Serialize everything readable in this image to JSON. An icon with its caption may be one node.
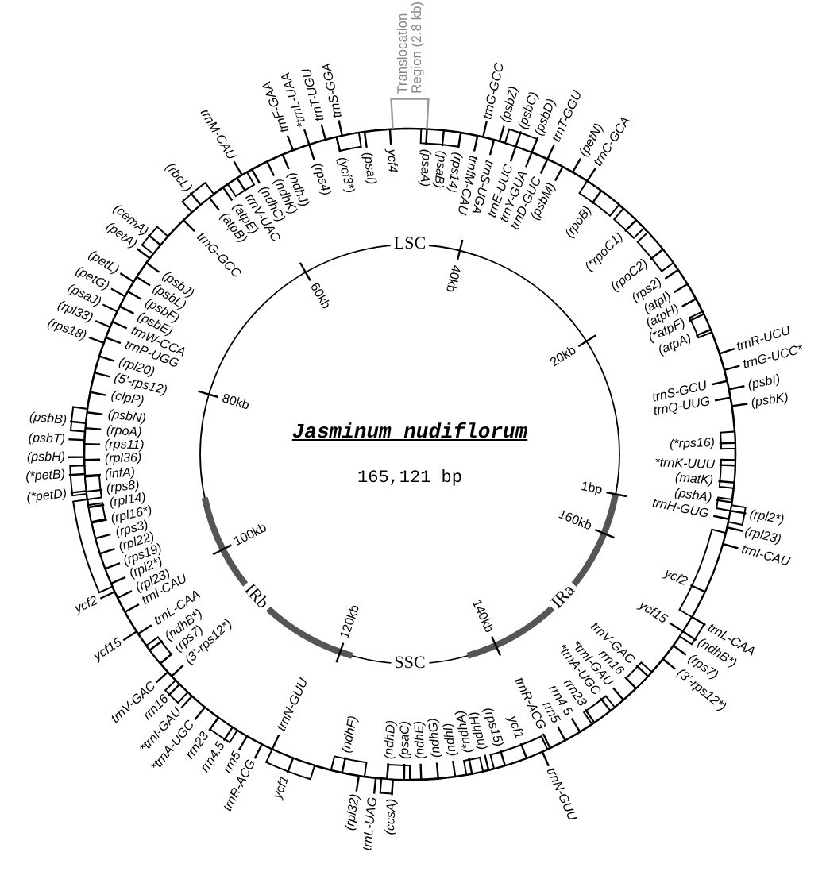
{
  "diagram": {
    "labels": [
      "Translocation Region (2.8 kb)",
      "trnG-GCC",
      "(psbZ)",
      "(psbC)",
      "(psbD)",
      "trnT-GGU",
      "(petN)",
      "trnC-GCA",
      "(psaA)",
      "(psaB)",
      "(rps14)",
      "trnfM-CAU",
      "trnS-UGA",
      "trnE-UUC",
      "trnY-GUA",
      "trnD-GUC",
      "(psbM)",
      "(rpoB)",
      "(*rpoC1)",
      "(rpoC2)",
      "(rps2)",
      "(atpI)",
      "(atpH)",
      "(*atpF)",
      "(atpA)",
      "trnR-UCU",
      "trnG-UCC*",
      "(psbI)",
      "(psbK)",
      "trnS-GCU",
      "trnQ-UUG",
      "(*rps16)",
      "*trnK-UUU",
      "(matK)",
      "(psbA)",
      "trnH-GUG",
      "(rpl2*)",
      "(rpl23)",
      "trnI-CAU",
      "ycf2",
      "ycf15",
      "trnL-CAA",
      "(ndhB*)",
      "(rps7)",
      "(3'-rps12*)",
      "trnV-GAC",
      "rrn16",
      "*trnI-GAU",
      "*trnA-UGC",
      "rrn23",
      "rrn4.5",
      "rrn5",
      "trnR-ACG",
      "trnN-GUU",
      "ycf1",
      "(ndhD)",
      "(psaC)",
      "(ndhE)",
      "(ndhG)",
      "(ndhI)",
      "(*ndhA)",
      "(ndhH)",
      "(rps15)",
      "(ccsA)",
      "trnL-UAG",
      "(rpl32)",
      "(ndhF)",
      "ycf1",
      "trnR-ACG",
      "rrn5",
      "rrn4.5",
      "rrn23",
      "*trnA-UGC",
      "*trnI-GAU",
      "rrn16",
      "trnV-GAC",
      "trnN-GUU",
      "(3'-rps12*)",
      "(rps7)",
      "(ndhB*)",
      "trnL-CAA",
      "ycf15",
      "ycf2",
      "trnI-CAU",
      "(rpl23)",
      "(rpl2*)",
      "(rps19)",
      "(rpl22)",
      "(rps3)",
      "(rpl16*)",
      "(rpl14)",
      "(rps8)",
      "(infA)",
      "(rpl36)",
      "(rps11)",
      "(rpoA)",
      "(psbN)",
      "(clpP)",
      "(5'-rps12)",
      "(rpl20)",
      "trnP-UGG",
      "trnW-CCA",
      "(psbE)",
      "(psbF)",
      "(psbL)",
      "(psbJ)",
      "(*petD)",
      "(*petB)",
      "(psbH)",
      "(psbT)",
      "(psbB)",
      "(rps18)",
      "(rpl33)",
      "(psaJ)",
      "(petG)",
      "(petL)",
      "(petA)",
      "(cemA)",
      "(rbcL)",
      "trnM-CAU",
      "trnF-GAA",
      "*trnL-UAA",
      "trnT-UGU",
      "trnS-GGA",
      "trnG-GCC",
      "(atpB)",
      "(atpE)",
      "trnV-UAC",
      "(ndhC)",
      "(ndhK)",
      "(ndhJ)",
      "(rps4)",
      "(ycf3*)",
      "(psaI)",
      "ycf4",
      "1bp",
      "20kb",
      "40kb",
      "60kb",
      "80kb",
      "100kb",
      "120kb",
      "140kb",
      "160kb",
      "LSC",
      "IRa",
      "SSC",
      "IRb",
      "Jasminum nudiflorum",
      "165,121 bp"
    ]
  }
}
